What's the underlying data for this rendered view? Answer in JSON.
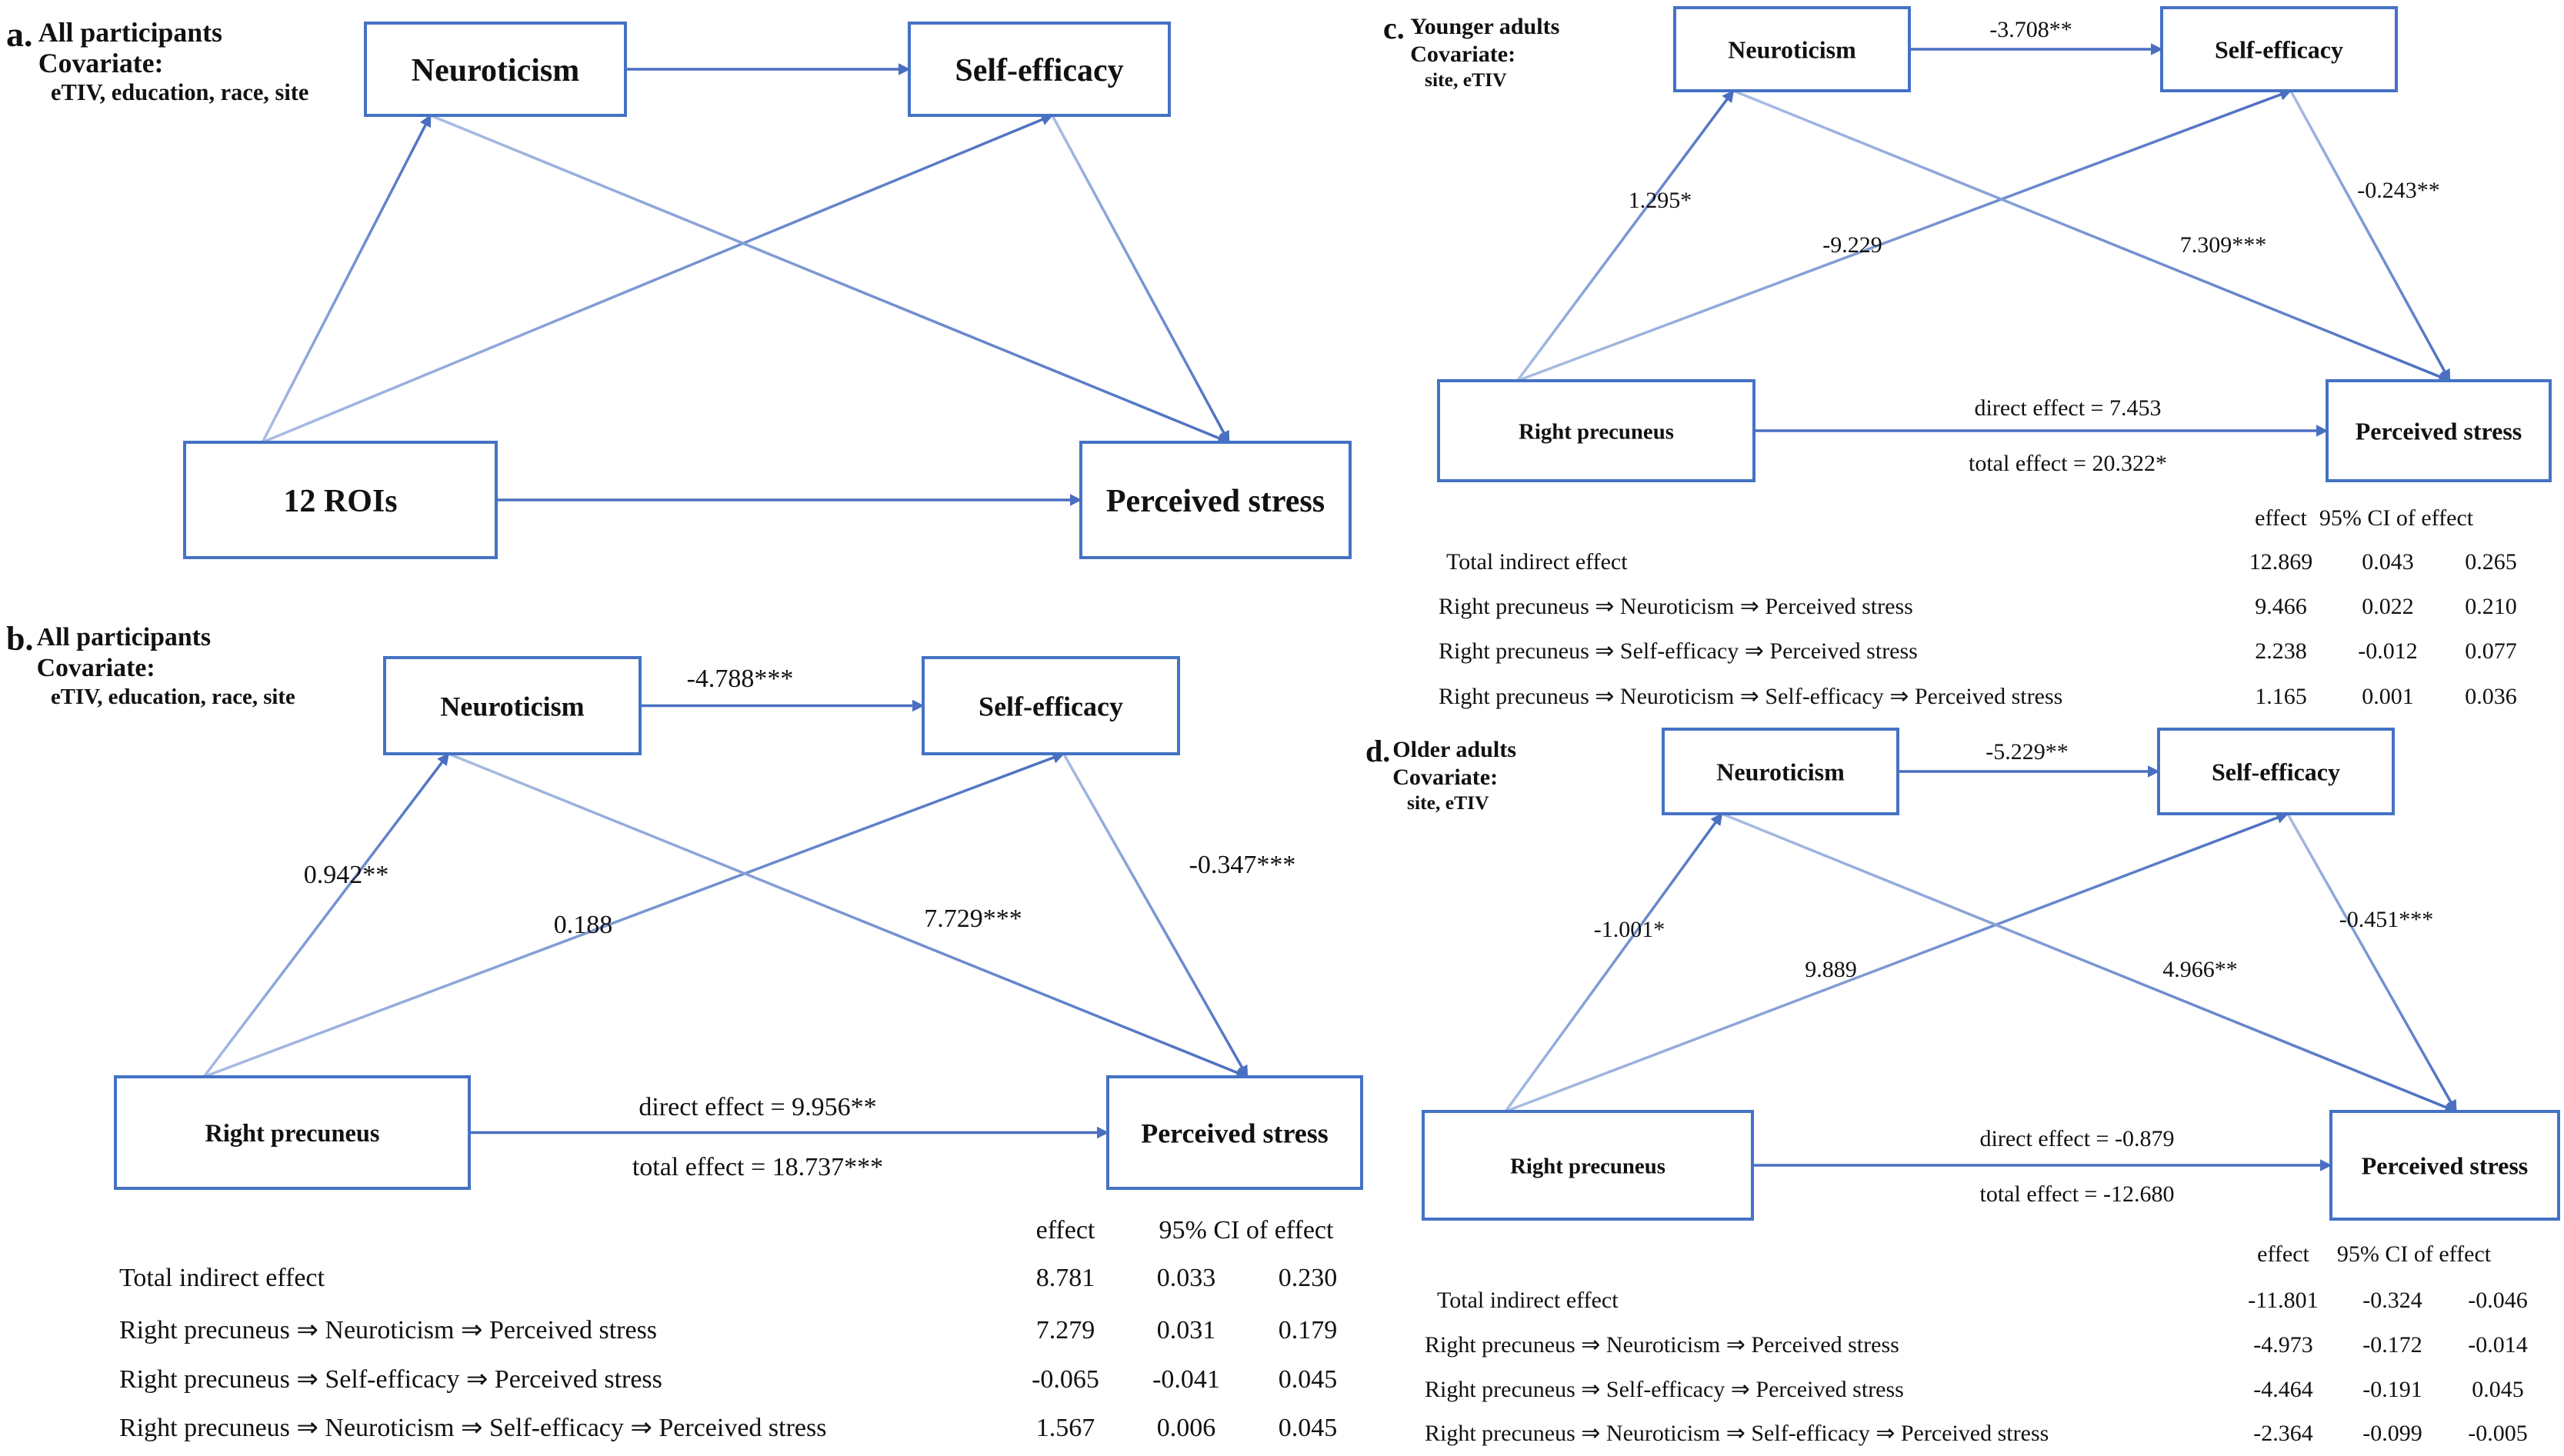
{
  "panels": [
    {
      "letter": "a.",
      "group": "All participants",
      "covariate_label": "Covariate:",
      "covariates": "eTIV, education, race, site",
      "nodes": {
        "x": "12 ROIs",
        "m1": "Neuroticism",
        "m2": "Self-efficacy",
        "y": "Perceived stress"
      },
      "coefficients": {
        "m1_m2": "",
        "x_m1": "",
        "x_m2": "",
        "m1_y": "",
        "m2_y": ""
      },
      "direct_effect": "",
      "total_effect": "",
      "table": null
    },
    {
      "letter": "b.",
      "group": "All participants",
      "covariate_label": "Covariate:",
      "covariates": "eTIV, education, race, site",
      "nodes": {
        "x": "Right precuneus",
        "m1": "Neuroticism",
        "m2": "Self-efficacy",
        "y": "Perceived stress"
      },
      "coefficients": {
        "m1_m2": "-4.788***",
        "x_m1": "0.942**",
        "x_m2": "0.188",
        "m1_y": "7.729***",
        "m2_y": "-0.347***"
      },
      "direct_effect": "direct effect = 9.956**",
      "total_effect": "total effect = 18.737***",
      "table": {
        "headers": [
          "effect",
          "95% CI of effect"
        ],
        "rows": [
          {
            "label": "Total indirect effect",
            "effect": "8.781",
            "ci_low": "0.033",
            "ci_high": "0.230"
          },
          {
            "label": "Right precuneus ⇒ Neuroticism ⇒ Perceived stress",
            "effect": "7.279",
            "ci_low": "0.031",
            "ci_high": "0.179"
          },
          {
            "label": "Right precuneus ⇒ Self-efficacy ⇒ Perceived stress",
            "effect": "-0.065",
            "ci_low": "-0.041",
            "ci_high": "0.045"
          },
          {
            "label": "Right precuneus ⇒ Neuroticism ⇒ Self-efficacy ⇒ Perceived stress",
            "effect": "1.567",
            "ci_low": "0.006",
            "ci_high": "0.045"
          }
        ]
      }
    },
    {
      "letter": "c.",
      "group": "Younger adults",
      "covariate_label": "Covariate:",
      "covariates": "site, eTIV",
      "nodes": {
        "x": "Right precuneus",
        "m1": "Neuroticism",
        "m2": "Self-efficacy",
        "y": "Perceived stress"
      },
      "coefficients": {
        "m1_m2": "-3.708**",
        "x_m1": "1.295*",
        "x_m2": "-9.229",
        "m1_y": "7.309***",
        "m2_y": "-0.243**"
      },
      "direct_effect": "direct effect = 7.453",
      "total_effect": "total effect = 20.322*",
      "table": {
        "headers": [
          "effect",
          "95% CI of effect"
        ],
        "rows": [
          {
            "label": "Total indirect effect",
            "effect": "12.869",
            "ci_low": "0.043",
            "ci_high": "0.265"
          },
          {
            "label": "Right precuneus ⇒ Neuroticism ⇒ Perceived stress",
            "effect": "9.466",
            "ci_low": "0.022",
            "ci_high": "0.210"
          },
          {
            "label": "Right precuneus ⇒ Self-efficacy ⇒ Perceived stress",
            "effect": "2.238",
            "ci_low": "-0.012",
            "ci_high": "0.077"
          },
          {
            "label": "Right precuneus ⇒ Neuroticism ⇒ Self-efficacy ⇒ Perceived stress",
            "effect": "1.165",
            "ci_low": "0.001",
            "ci_high": "0.036"
          }
        ]
      }
    },
    {
      "letter": "d.",
      "group": "Older adults",
      "covariate_label": "Covariate:",
      "covariates": "site, eTIV",
      "nodes": {
        "x": "Right precuneus",
        "m1": "Neuroticism",
        "m2": "Self-efficacy",
        "y": "Perceived stress"
      },
      "coefficients": {
        "m1_m2": "-5.229**",
        "x_m1": "-1.001*",
        "x_m2": "9.889",
        "m1_y": "4.966**",
        "m2_y": "-0.451***"
      },
      "direct_effect": "direct effect = -0.879",
      "total_effect": "total effect = -12.680",
      "table": {
        "headers": [
          "effect",
          "95% CI of effect"
        ],
        "rows": [
          {
            "label": "Total indirect effect",
            "effect": "-11.801",
            "ci_low": "-0.324",
            "ci_high": "-0.046"
          },
          {
            "label": "Right precuneus ⇒ Neuroticism ⇒ Perceived stress",
            "effect": "-4.973",
            "ci_low": "-0.172",
            "ci_high": "-0.014"
          },
          {
            "label": "Right precuneus ⇒ Self-efficacy ⇒ Perceived stress",
            "effect": "-4.464",
            "ci_low": "-0.191",
            "ci_high": "0.045"
          },
          {
            "label": "Right precuneus ⇒ Neuroticism ⇒ Self-efficacy ⇒ Perceived stress",
            "effect": "-2.364",
            "ci_low": "-0.099",
            "ci_high": "-0.005"
          }
        ]
      }
    }
  ],
  "colors": {
    "box_stroke": "#4472c4",
    "line_dark": "#4a6fc1",
    "line_light": "#a9bde3",
    "text": "#111111"
  }
}
